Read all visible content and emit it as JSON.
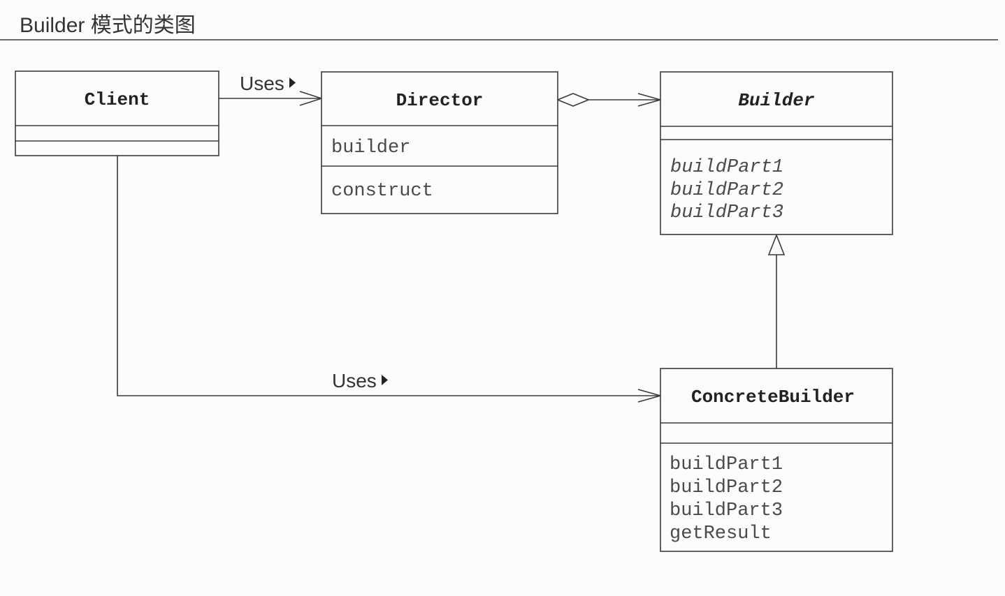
{
  "title": "Builder 模式的类图",
  "colors": {
    "line": "#3a3a3a",
    "text": "#222222",
    "member_text": "#4a4a4a",
    "background": "#fcfcfc"
  },
  "classes": {
    "client": {
      "name": "Client",
      "attributes": [],
      "methods": []
    },
    "director": {
      "name": "Director",
      "attributes": [
        "builder"
      ],
      "methods": [
        "construct"
      ]
    },
    "builder": {
      "name": "Builder",
      "abstract": true,
      "attributes": [],
      "methods": [
        "buildPart1",
        "buildPart2",
        "buildPart3"
      ]
    },
    "concrete_builder": {
      "name": "ConcreteBuilder",
      "attributes": [],
      "methods": [
        "buildPart1",
        "buildPart2",
        "buildPart3",
        "getResult"
      ]
    }
  },
  "relations": {
    "client_director": {
      "label": "Uses",
      "label_icon": "direction-triangle-icon",
      "head_icon": "open-arrow-icon"
    },
    "director_builder": {
      "tail_icon": "hollow-diamond-icon",
      "head_icon": "open-arrow-icon"
    },
    "concrete_builder_builder": {
      "head_icon": "hollow-triangle-icon"
    },
    "client_concrete_builder": {
      "label": "Uses",
      "label_icon": "direction-triangle-icon",
      "head_icon": "open-arrow-icon"
    }
  }
}
